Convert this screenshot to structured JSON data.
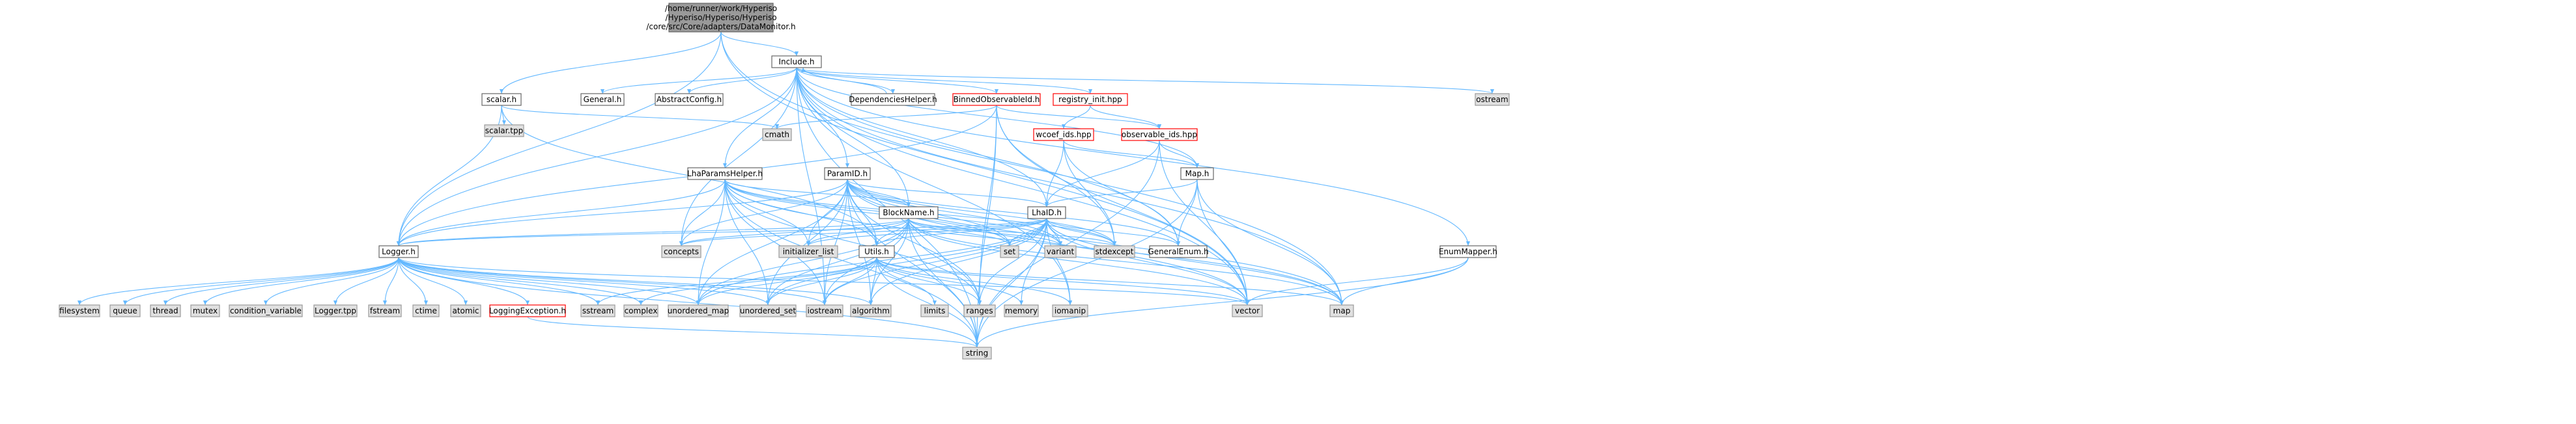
{
  "title": "/home/runner/work/Hyperiso/Hyperiso/Hyperiso/core/src/Core/adapters/DataMonitor.h",
  "colors": {
    "edge": "#63b8ff",
    "root_fill": "#999999",
    "node_fill": "#ffffff",
    "node_border": "#666666",
    "external_fill": "#e0e0e0",
    "external_border": "#999999",
    "truncated_border": "#ff0000"
  },
  "nodes": [
    {
      "id": "root",
      "label": "/home/runner/work/Hyperiso\n/Hyperiso/Hyperiso/Hyperiso\n/core/src/Core/adapters/DataMonitor.h",
      "kind": "root"
    },
    {
      "id": "include_h",
      "label": "Include.h",
      "kind": "normal"
    },
    {
      "id": "scalar_h",
      "label": "scalar.h",
      "kind": "normal"
    },
    {
      "id": "scalar_tpp",
      "label": "scalar.tpp",
      "kind": "external"
    },
    {
      "id": "general_h",
      "label": "General.h",
      "kind": "normal"
    },
    {
      "id": "abstractconfig_h",
      "label": "AbstractConfig.h",
      "kind": "normal"
    },
    {
      "id": "dependencieshelper_h",
      "label": "DependenciesHelper.h",
      "kind": "normal"
    },
    {
      "id": "binnedobservableid_h",
      "label": "BinnedObservableId.h",
      "kind": "truncated"
    },
    {
      "id": "registry_init_hpp",
      "label": "registry_init.hpp",
      "kind": "truncated"
    },
    {
      "id": "ostream",
      "label": "ostream",
      "kind": "external"
    },
    {
      "id": "cmath",
      "label": "cmath",
      "kind": "external"
    },
    {
      "id": "wcoef_ids_hpp",
      "label": "wcoef_ids.hpp",
      "kind": "truncated"
    },
    {
      "id": "observable_ids_hpp",
      "label": "observable_ids.hpp",
      "kind": "truncated"
    },
    {
      "id": "map_h",
      "label": "Map.h",
      "kind": "normal"
    },
    {
      "id": "lhaparamshelper_h",
      "label": "LhaParamsHelper.h",
      "kind": "normal"
    },
    {
      "id": "paramid_h",
      "label": "ParamID.h",
      "kind": "normal"
    },
    {
      "id": "blockname_h",
      "label": "BlockName.h",
      "kind": "normal"
    },
    {
      "id": "lhaid_h",
      "label": "LhaID.h",
      "kind": "normal"
    },
    {
      "id": "logger_h",
      "label": "Logger.h",
      "kind": "normal"
    },
    {
      "id": "utils_h",
      "label": "Utils.h",
      "kind": "normal"
    },
    {
      "id": "concepts",
      "label": "concepts",
      "kind": "external"
    },
    {
      "id": "initializer_list",
      "label": "initializer_list",
      "kind": "external"
    },
    {
      "id": "set",
      "label": "set",
      "kind": "external"
    },
    {
      "id": "variant",
      "label": "variant",
      "kind": "external"
    },
    {
      "id": "stdexcept",
      "label": "stdexcept",
      "kind": "external"
    },
    {
      "id": "generalenum_h",
      "label": "GeneralEnum.h",
      "kind": "normal"
    },
    {
      "id": "enummapper_h",
      "label": "EnumMapper.h",
      "kind": "normal"
    },
    {
      "id": "filesystem",
      "label": "filesystem",
      "kind": "external"
    },
    {
      "id": "queue",
      "label": "queue",
      "kind": "external"
    },
    {
      "id": "thread",
      "label": "thread",
      "kind": "external"
    },
    {
      "id": "mutex",
      "label": "mutex",
      "kind": "external"
    },
    {
      "id": "condition_variable",
      "label": "condition_variable",
      "kind": "external"
    },
    {
      "id": "logger_tpp",
      "label": "Logger.tpp",
      "kind": "external"
    },
    {
      "id": "fstream",
      "label": "fstream",
      "kind": "external"
    },
    {
      "id": "ctime",
      "label": "ctime",
      "kind": "external"
    },
    {
      "id": "atomic",
      "label": "atomic",
      "kind": "external"
    },
    {
      "id": "loggingexception_h",
      "label": "LoggingException.h",
      "kind": "truncated"
    },
    {
      "id": "sstream",
      "label": "sstream",
      "kind": "external"
    },
    {
      "id": "complex",
      "label": "complex",
      "kind": "external"
    },
    {
      "id": "unordered_map",
      "label": "unordered_map",
      "kind": "external"
    },
    {
      "id": "unordered_set",
      "label": "unordered_set",
      "kind": "external"
    },
    {
      "id": "iostream",
      "label": "iostream",
      "kind": "external"
    },
    {
      "id": "algorithm",
      "label": "algorithm",
      "kind": "external"
    },
    {
      "id": "limits",
      "label": "limits",
      "kind": "external"
    },
    {
      "id": "ranges",
      "label": "ranges",
      "kind": "external"
    },
    {
      "id": "memory",
      "label": "memory",
      "kind": "external"
    },
    {
      "id": "iomanip",
      "label": "iomanip",
      "kind": "external"
    },
    {
      "id": "vector",
      "label": "vector",
      "kind": "external"
    },
    {
      "id": "map",
      "label": "map",
      "kind": "external"
    },
    {
      "id": "string",
      "label": "string",
      "kind": "external"
    }
  ],
  "edges": [
    [
      "root",
      "include_h"
    ],
    [
      "root",
      "scalar_h"
    ],
    [
      "root",
      "logger_h"
    ],
    [
      "root",
      "map"
    ],
    [
      "root",
      "vector"
    ],
    [
      "include_h",
      "general_h"
    ],
    [
      "include_h",
      "abstractconfig_h"
    ],
    [
      "include_h",
      "dependencieshelper_h"
    ],
    [
      "include_h",
      "binnedobservableid_h"
    ],
    [
      "include_h",
      "registry_init_hpp"
    ],
    [
      "include_h",
      "ostream"
    ],
    [
      "include_h",
      "lhaparamshelper_h"
    ],
    [
      "include_h",
      "paramid_h"
    ],
    [
      "include_h",
      "blockname_h"
    ],
    [
      "include_h",
      "lhaid_h"
    ],
    [
      "include_h",
      "logger_h"
    ],
    [
      "include_h",
      "generalenum_h"
    ],
    [
      "include_h",
      "enummapper_h"
    ],
    [
      "include_h",
      "map_h"
    ],
    [
      "include_h",
      "concepts"
    ],
    [
      "include_h",
      "iostream"
    ],
    [
      "include_h",
      "vector"
    ],
    [
      "include_h",
      "map"
    ],
    [
      "include_h",
      "string"
    ],
    [
      "include_h",
      "iomanip"
    ],
    [
      "dependencieshelper_h",
      "include_h"
    ],
    [
      "scalar_h",
      "scalar_tpp"
    ],
    [
      "scalar_h",
      "cmath"
    ],
    [
      "scalar_h",
      "logger_h"
    ],
    [
      "scalar_h",
      "utils_h"
    ],
    [
      "binnedobservableid_h",
      "cmath"
    ],
    [
      "binnedobservableid_h",
      "observable_ids_hpp"
    ],
    [
      "binnedobservableid_h",
      "stdexcept"
    ],
    [
      "binnedobservableid_h",
      "vector"
    ],
    [
      "binnedobservableid_h",
      "string"
    ],
    [
      "binnedobservableid_h",
      "logger_h"
    ],
    [
      "binnedobservableid_h",
      "ranges"
    ],
    [
      "registry_init_hpp",
      "wcoef_ids_hpp"
    ],
    [
      "registry_init_hpp",
      "observable_ids_hpp"
    ],
    [
      "wcoef_ids_hpp",
      "map_h"
    ],
    [
      "wcoef_ids_hpp",
      "generalenum_h"
    ],
    [
      "wcoef_ids_hpp",
      "stdexcept"
    ],
    [
      "wcoef_ids_hpp",
      "lhaid_h"
    ],
    [
      "observable_ids_hpp",
      "map_h"
    ],
    [
      "observable_ids_hpp",
      "lhaid_h"
    ],
    [
      "observable_ids_hpp",
      "vector"
    ],
    [
      "observable_ids_hpp",
      "string"
    ],
    [
      "map_h",
      "lhaid_h"
    ],
    [
      "map_h",
      "generalenum_h"
    ],
    [
      "map_h",
      "vector"
    ],
    [
      "map_h",
      "map"
    ],
    [
      "map_h",
      "string"
    ],
    [
      "lhaparamshelper_h",
      "blockname_h"
    ],
    [
      "lhaparamshelper_h",
      "logger_h"
    ],
    [
      "lhaparamshelper_h",
      "utils_h"
    ],
    [
      "lhaparamshelper_h",
      "initializer_list"
    ],
    [
      "lhaparamshelper_h",
      "set"
    ],
    [
      "lhaparamshelper_h",
      "variant"
    ],
    [
      "lhaparamshelper_h",
      "stdexcept"
    ],
    [
      "lhaparamshelper_h",
      "string"
    ],
    [
      "lhaparamshelper_h",
      "unordered_map"
    ],
    [
      "lhaparamshelper_h",
      "unordered_set"
    ],
    [
      "lhaparamshelper_h",
      "iostream"
    ],
    [
      "lhaparamshelper_h",
      "ranges"
    ],
    [
      "lhaparamshelper_h",
      "concepts"
    ],
    [
      "lhaparamshelper_h",
      "map"
    ],
    [
      "paramid_h",
      "blockname_h"
    ],
    [
      "paramid_h",
      "lhaid_h"
    ],
    [
      "paramid_h",
      "utils_h"
    ],
    [
      "paramid_h",
      "logger_h"
    ],
    [
      "paramid_h",
      "concepts"
    ],
    [
      "paramid_h",
      "initializer_list"
    ],
    [
      "paramid_h",
      "set"
    ],
    [
      "paramid_h",
      "variant"
    ],
    [
      "paramid_h",
      "stdexcept"
    ],
    [
      "paramid_h",
      "generalenum_h"
    ],
    [
      "paramid_h",
      "vector"
    ],
    [
      "paramid_h",
      "map"
    ],
    [
      "paramid_h",
      "string"
    ],
    [
      "paramid_h",
      "unordered_map"
    ],
    [
      "paramid_h",
      "unordered_set"
    ],
    [
      "paramid_h",
      "iostream"
    ],
    [
      "paramid_h",
      "ranges"
    ],
    [
      "paramid_h",
      "algorithm"
    ],
    [
      "blockname_h",
      "logger_h"
    ],
    [
      "blockname_h",
      "utils_h"
    ],
    [
      "blockname_h",
      "concepts"
    ],
    [
      "blockname_h",
      "initializer_list"
    ],
    [
      "blockname_h",
      "set"
    ],
    [
      "blockname_h",
      "variant"
    ],
    [
      "blockname_h",
      "stdexcept"
    ],
    [
      "blockname_h",
      "unordered_map"
    ],
    [
      "blockname_h",
      "unordered_set"
    ],
    [
      "blockname_h",
      "iostream"
    ],
    [
      "blockname_h",
      "ranges"
    ],
    [
      "blockname_h",
      "string"
    ],
    [
      "blockname_h",
      "vector"
    ],
    [
      "blockname_h",
      "map"
    ],
    [
      "blockname_h",
      "algorithm"
    ],
    [
      "lhaid_h",
      "logger_h"
    ],
    [
      "lhaid_h",
      "utils_h"
    ],
    [
      "lhaid_h",
      "concepts"
    ],
    [
      "lhaid_h",
      "initializer_list"
    ],
    [
      "lhaid_h",
      "set"
    ],
    [
      "lhaid_h",
      "variant"
    ],
    [
      "lhaid_h",
      "stdexcept"
    ],
    [
      "lhaid_h",
      "generalenum_h"
    ],
    [
      "lhaid_h",
      "vector"
    ],
    [
      "lhaid_h",
      "map"
    ],
    [
      "lhaid_h",
      "string"
    ],
    [
      "lhaid_h",
      "unordered_map"
    ],
    [
      "lhaid_h",
      "unordered_set"
    ],
    [
      "lhaid_h",
      "iostream"
    ],
    [
      "lhaid_h",
      "ranges"
    ],
    [
      "lhaid_h",
      "algorithm"
    ],
    [
      "lhaid_h",
      "memory"
    ],
    [
      "lhaid_h",
      "iomanip"
    ],
    [
      "logger_h",
      "filesystem"
    ],
    [
      "logger_h",
      "queue"
    ],
    [
      "logger_h",
      "thread"
    ],
    [
      "logger_h",
      "mutex"
    ],
    [
      "logger_h",
      "condition_variable"
    ],
    [
      "logger_h",
      "logger_tpp"
    ],
    [
      "logger_h",
      "fstream"
    ],
    [
      "logger_h",
      "ctime"
    ],
    [
      "logger_h",
      "atomic"
    ],
    [
      "logger_h",
      "loggingexception_h"
    ],
    [
      "logger_h",
      "sstream"
    ],
    [
      "logger_h",
      "complex"
    ],
    [
      "logger_h",
      "iostream"
    ],
    [
      "logger_h",
      "string"
    ],
    [
      "logger_h",
      "vector"
    ],
    [
      "logger_h",
      "unordered_set"
    ],
    [
      "logger_h",
      "unordered_map"
    ],
    [
      "logger_h",
      "algorithm"
    ],
    [
      "loggingexception_h",
      "string"
    ],
    [
      "utils_h",
      "string"
    ],
    [
      "utils_h",
      "vector"
    ],
    [
      "utils_h",
      "complex"
    ],
    [
      "utils_h",
      "sstream"
    ],
    [
      "utils_h",
      "unordered_map"
    ],
    [
      "utils_h",
      "unordered_set"
    ],
    [
      "utils_h",
      "iostream"
    ],
    [
      "utils_h",
      "algorithm"
    ],
    [
      "utils_h",
      "limits"
    ],
    [
      "utils_h",
      "ranges"
    ],
    [
      "utils_h",
      "memory"
    ],
    [
      "utils_h",
      "iomanip"
    ],
    [
      "utils_h",
      "map"
    ],
    [
      "enummapper_h",
      "map"
    ],
    [
      "enummapper_h",
      "string"
    ],
    [
      "enummapper_h",
      "vector"
    ]
  ]
}
